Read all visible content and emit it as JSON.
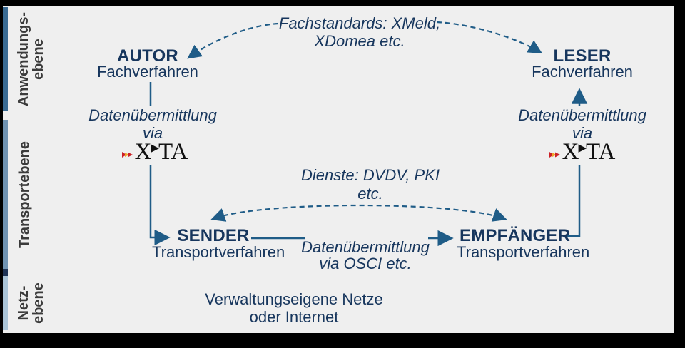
{
  "colors": {
    "background": "#efefef",
    "frame": "#000000",
    "navy_text": "#17365d",
    "line_blue": "#1f5c87",
    "sidebar_text": "#3b3b3b",
    "bar_anwendung": "#3a6b93",
    "bar_transport": "#7093b2",
    "bar_divider": "#1e3355",
    "bar_netz": "#a9c3d6",
    "logo_red": "#cc2027",
    "logo_orange": "#f0a52c"
  },
  "sidebar": {
    "layers": [
      {
        "label": "Anwendungs-\nebene"
      },
      {
        "label": "Transportebene"
      },
      {
        "label": "Netz-\nebene"
      }
    ]
  },
  "nodes": {
    "autor": {
      "title": "AUTOR",
      "subtitle": "Fachverfahren"
    },
    "leser": {
      "title": "LESER",
      "subtitle": "Fachverfahren"
    },
    "sender": {
      "title": "SENDER",
      "subtitle": "Transportverfahren"
    },
    "empfaenger": {
      "title": "EMPFÄNGER",
      "subtitle": "Transportverfahren"
    }
  },
  "labels": {
    "fachstandards": "Fachstandards: XMeld,\nXDomea etc.",
    "dienste": "Dienste: DVDV, PKI\netc.",
    "uebermittlung_xta": "Datenübermittlung\nvia",
    "uebermittlung_osci": "Datenübermittlung\nvia OSCI etc.",
    "netz": "Verwaltungseigene Netze\noder Internet"
  },
  "logo": {
    "letter_x": "X",
    "letters_ta": "TA"
  }
}
